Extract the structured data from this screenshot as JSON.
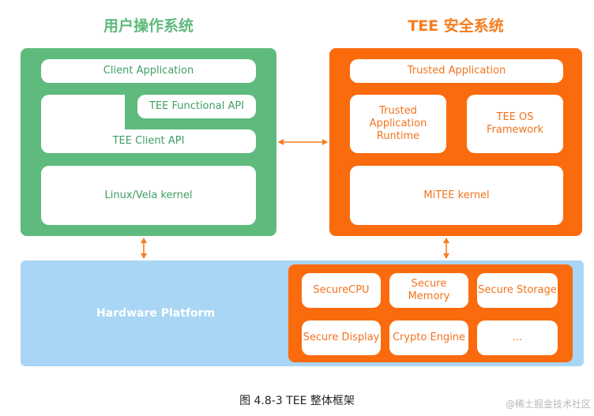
{
  "titles": {
    "left": "用户操作系统",
    "right": "TEE 安全系统"
  },
  "user_os": {
    "client_application": "Client Application",
    "tee_functional_api": "TEE Functional API",
    "tee_client_api": "TEE Client API",
    "kernel": "Linux/Vela kernel"
  },
  "tee_os": {
    "trusted_application": "Trusted Application",
    "trusted_app_runtime": "Trusted Application Runtime",
    "tee_os_framework": "TEE OS Framework",
    "kernel": "MiTEE kernel"
  },
  "hardware": {
    "label": "Hardware Platform",
    "modules": [
      "SecureCPU",
      "Secure Memory",
      "Secure Storage",
      "Secure Display",
      "Crypto Engine",
      "..."
    ]
  },
  "caption": "图 4.8-3 TEE 整体框架",
  "watermark": "@稀土掘金技术社区",
  "colors": {
    "green": "#5fba7d",
    "orange": "#fa6b0e",
    "blue": "#a9d6f5",
    "arrow": "#f57c1f"
  }
}
